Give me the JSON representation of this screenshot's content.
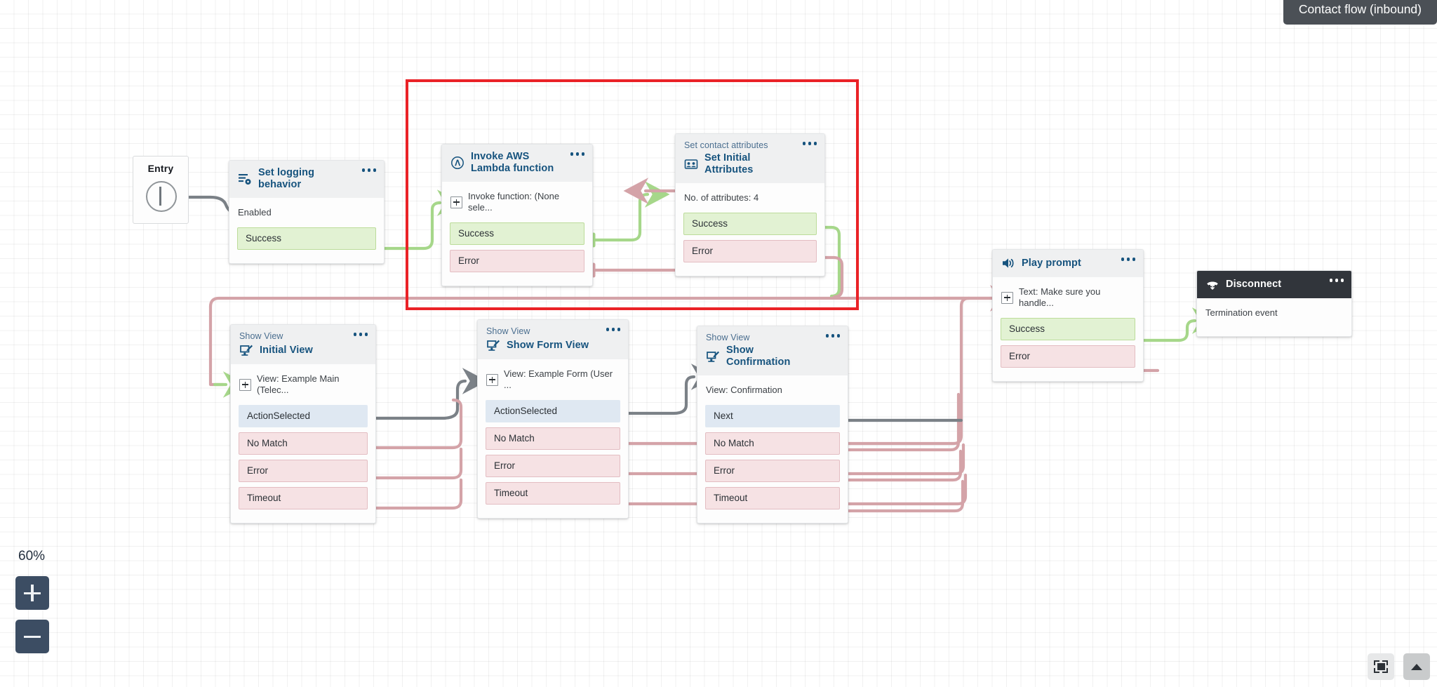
{
  "app": {
    "title": "Contact flow (inbound)",
    "zoom_level": "60%"
  },
  "entry": {
    "label": "Entry"
  },
  "selection": {
    "color": "#ea2227"
  },
  "colors": {
    "accent_blue": "#16537e",
    "kicker_blue": "#4a6e8f",
    "success_green": "#e2f2d3",
    "success_border": "#bcdc9a",
    "error_pink": "#f6e2e4",
    "error_border": "#e3bdc2",
    "action_blue": "#dfe8f2",
    "selection_red": "#ea2227",
    "dark_header": "#31353b",
    "edge_green": "#a6d78a",
    "edge_pink": "#d4a3a8",
    "edge_grey": "#7b8187"
  },
  "nodes": [
    {
      "id": "set-logging-behavior",
      "kicker": "",
      "title": "Set logging\nbehavior",
      "icon": "logging-icon",
      "menu": "more-options-icon",
      "param": {
        "text": "Enabled",
        "has_plus": false
      },
      "ports": [
        {
          "label": "Success",
          "kind": "success"
        }
      ]
    },
    {
      "id": "invoke-aws-lambda-function",
      "kicker": "",
      "title": "Invoke AWS\nLambda function",
      "icon": "lambda-icon",
      "menu": "more-options-icon",
      "param": {
        "text": "Invoke function: (None sele...",
        "has_plus": true
      },
      "ports": [
        {
          "label": "Success",
          "kind": "success"
        },
        {
          "label": "Error",
          "kind": "error"
        }
      ]
    },
    {
      "id": "set-initial-attributes",
      "kicker": "Set contact attributes",
      "title": "Set Initial Attributes",
      "icon": "contact-attributes-icon",
      "menu": "more-options-icon",
      "param": {
        "text": "No. of attributes: 4",
        "has_plus": false
      },
      "ports": [
        {
          "label": "Success",
          "kind": "success"
        },
        {
          "label": "Error",
          "kind": "error"
        }
      ]
    },
    {
      "id": "initial-view",
      "kicker": "Show View",
      "title": "Initial View",
      "icon": "show-view-icon",
      "menu": "more-options-icon",
      "param": {
        "text": "View: Example Main (Telec...",
        "has_plus": true
      },
      "ports": [
        {
          "label": "ActionSelected",
          "kind": "action"
        },
        {
          "label": "No Match",
          "kind": "error"
        },
        {
          "label": "Error",
          "kind": "error"
        },
        {
          "label": "Timeout",
          "kind": "error"
        }
      ]
    },
    {
      "id": "show-form-view",
      "kicker": "Show View",
      "title": "Show Form View",
      "icon": "show-view-icon",
      "menu": "more-options-icon",
      "param": {
        "text": "View: Example Form (User ...",
        "has_plus": true
      },
      "ports": [
        {
          "label": "ActionSelected",
          "kind": "action"
        },
        {
          "label": "No Match",
          "kind": "error"
        },
        {
          "label": "Error",
          "kind": "error"
        },
        {
          "label": "Timeout",
          "kind": "error"
        }
      ]
    },
    {
      "id": "show-confirmation",
      "kicker": "Show View",
      "title": "Show Confirmation",
      "icon": "show-view-icon",
      "menu": "more-options-icon",
      "param": {
        "text": "View: Confirmation",
        "has_plus": false
      },
      "ports": [
        {
          "label": "Next",
          "kind": "action"
        },
        {
          "label": "No Match",
          "kind": "error"
        },
        {
          "label": "Error",
          "kind": "error"
        },
        {
          "label": "Timeout",
          "kind": "error"
        }
      ]
    },
    {
      "id": "play-prompt",
      "kicker": "",
      "title": "Play prompt",
      "icon": "speaker-icon",
      "menu": "more-options-icon",
      "param": {
        "text": "Text: Make sure you handle...",
        "has_plus": true
      },
      "ports": [
        {
          "label": "Success",
          "kind": "success"
        },
        {
          "label": "Error",
          "kind": "error"
        }
      ]
    },
    {
      "id": "disconnect",
      "kicker": "",
      "title": "Disconnect",
      "icon": "hangup-icon",
      "menu": "more-options-icon",
      "param": {
        "text": "Termination event",
        "has_plus": false
      },
      "ports": []
    }
  ],
  "controls": {
    "zoom_in": "+",
    "zoom_out": "−",
    "fit_to_screen": "fit-to-screen-icon",
    "collapse": "collapse-panel-icon"
  }
}
